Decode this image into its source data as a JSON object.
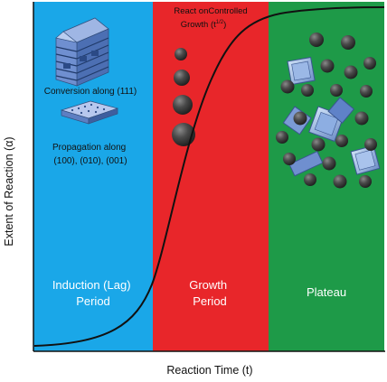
{
  "axes": {
    "ylabel": "Extent of Reaction (α)",
    "xlabel": "Reaction Time (t)"
  },
  "colors": {
    "induction": "#1aa7e8",
    "growth": "#e8262a",
    "plateau": "#1e9a48",
    "curve": "#111111",
    "label_text": "#ffffff"
  },
  "regions": [
    {
      "name": "induction",
      "label_lines": [
        "Induction (Lag)",
        "Period"
      ]
    },
    {
      "name": "growth",
      "label_lines": [
        "Growth",
        "Period"
      ]
    },
    {
      "name": "plateau",
      "label_lines": [
        "Plateau"
      ]
    }
  ],
  "annotations": {
    "conversion": "Conversion along (111)",
    "propagation_lines": [
      "Propagation along",
      "(100), (010), (001)"
    ],
    "growth_title_lines": [
      "React onControlled",
      "Growth (t"
    ],
    "growth_exponent": "1/2",
    "growth_close": ")"
  },
  "icons": {
    "layered_crystal": "stacked-layer-block-icon",
    "flat_layer": "flat-layer-slab-icon",
    "spheres": "dark-sphere-icon",
    "cubes": "blue-cube-icon"
  }
}
